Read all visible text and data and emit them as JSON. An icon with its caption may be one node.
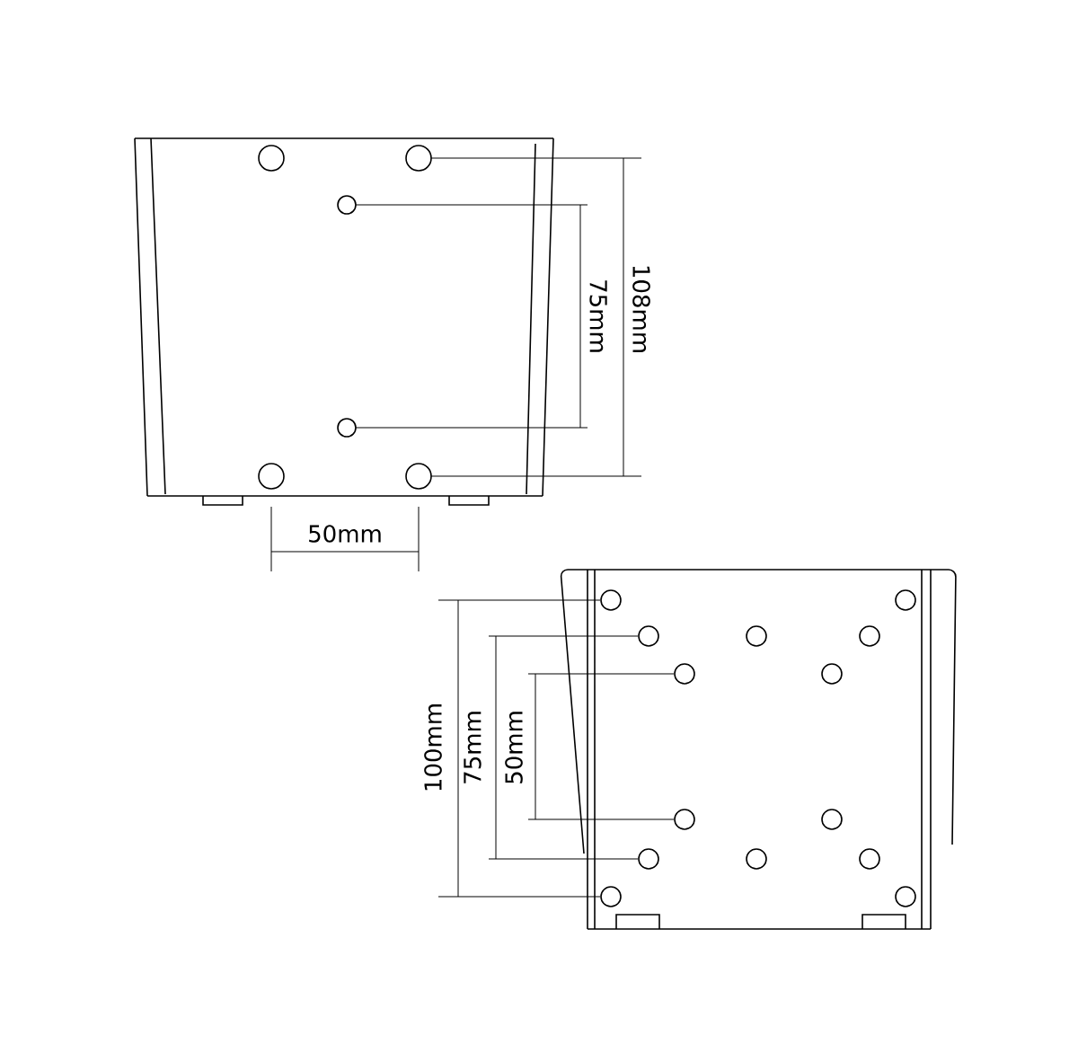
{
  "diagram": {
    "labels": [
      "108mm",
      "75mm",
      "50mm",
      "100mm",
      "75mm",
      "50mm"
    ]
  }
}
